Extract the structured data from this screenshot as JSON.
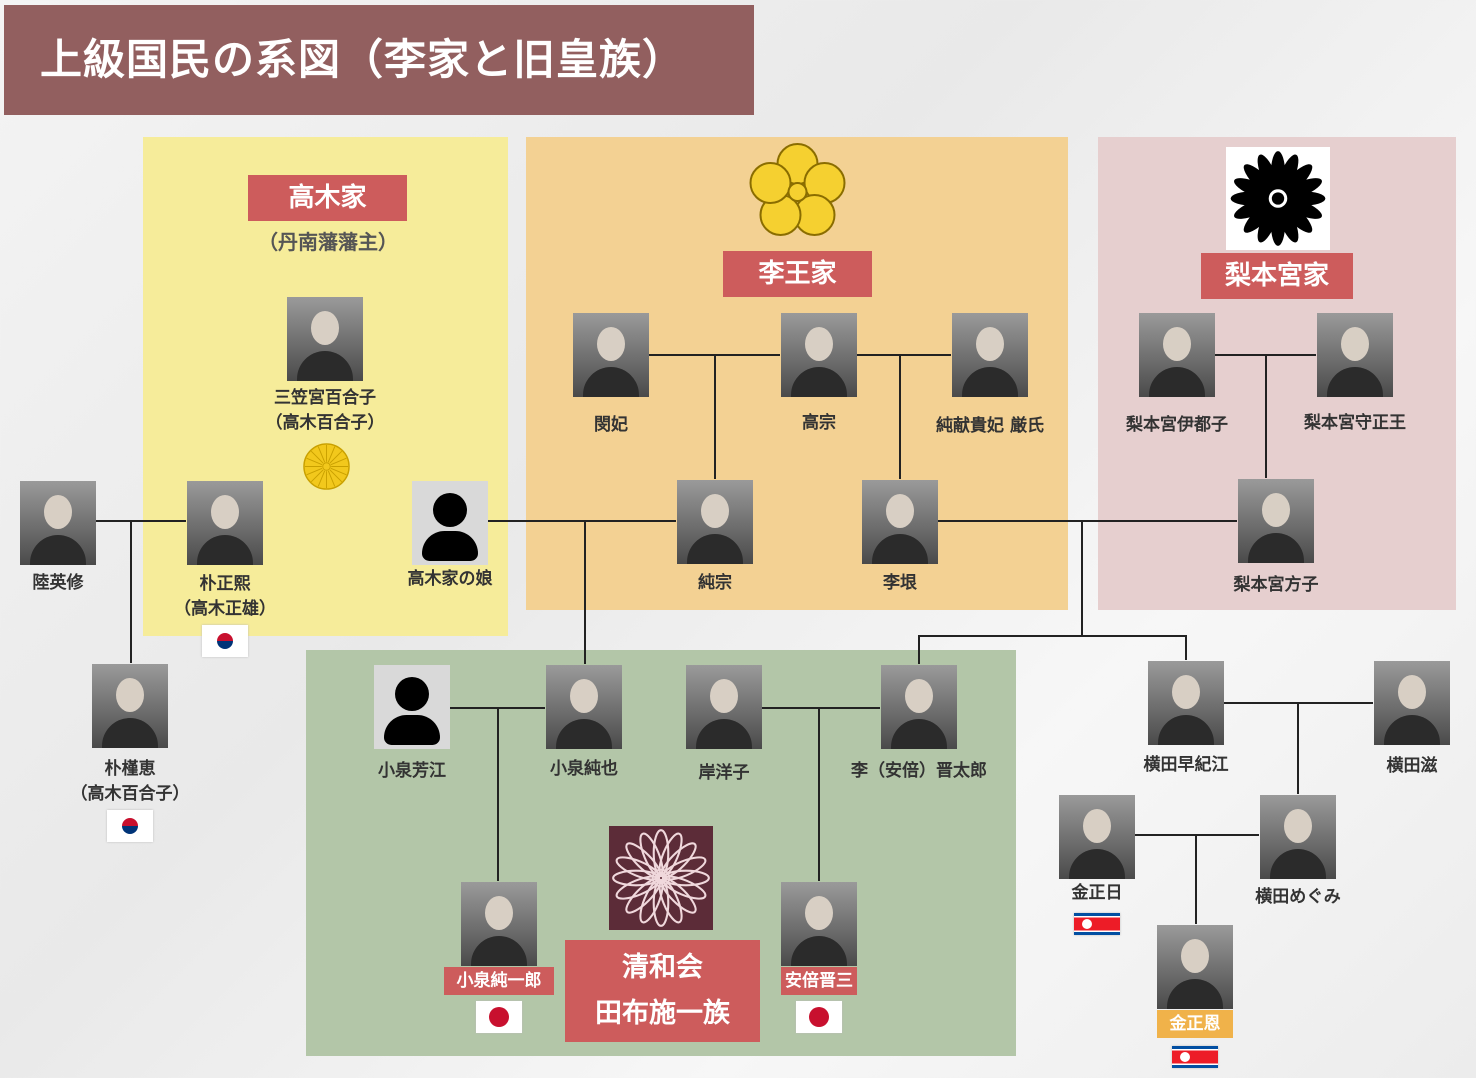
{
  "title": "上級国民の系図（李家と旧皇族）",
  "families": {
    "takagi": {
      "label": "高木家",
      "sub": "（丹南藩藩主）"
    },
    "ri": {
      "label": "李王家"
    },
    "nashimoto": {
      "label": "梨本宮家"
    },
    "seiwakai": {
      "line1": "清和会",
      "line2": "田布施一族"
    }
  },
  "persons": [
    {
      "id": "mikasa",
      "name": "三笠宮百合子",
      "alt": "（高木百合子）"
    },
    {
      "id": "riku",
      "name": "陸英修"
    },
    {
      "id": "park",
      "name": "朴正熙",
      "alt": "（高木正雄）",
      "flag": "kr"
    },
    {
      "id": "takagi-daughter",
      "name": "高木家の娘",
      "silhouette": true
    },
    {
      "id": "binhi",
      "name": "閔妃"
    },
    {
      "id": "kojo",
      "name": "高宗"
    },
    {
      "id": "junken",
      "name": "純献貴妃 厳氏"
    },
    {
      "id": "junso",
      "name": "純宗"
    },
    {
      "id": "rigin",
      "name": "李垠"
    },
    {
      "id": "itsuko",
      "name": "梨本宮伊都子"
    },
    {
      "id": "morimasa",
      "name": "梨本宮守正王"
    },
    {
      "id": "masako",
      "name": "梨本宮方子"
    },
    {
      "id": "park-gh",
      "name": "朴槿恵",
      "alt": "（高木百合子）",
      "flag": "kr"
    },
    {
      "id": "yoshie",
      "name": "小泉芳江",
      "silhouette": true
    },
    {
      "id": "junya",
      "name": "小泉純也"
    },
    {
      "id": "yoko",
      "name": "岸洋子"
    },
    {
      "id": "shintaro",
      "name": "李（安倍）晋太郎"
    },
    {
      "id": "sakie",
      "name": "横田早紀江"
    },
    {
      "id": "shigeru",
      "name": "横田滋"
    },
    {
      "id": "kji",
      "name": "金正日",
      "flag": "kp"
    },
    {
      "id": "megumi",
      "name": "横田めぐみ"
    },
    {
      "id": "kju",
      "name": "金正恩",
      "flag": "kp",
      "boxcolor": "#f0b24a"
    },
    {
      "id": "koizumi",
      "name": "小泉純一郎",
      "flag": "jp",
      "boxcolor": "#cd5c5c"
    },
    {
      "id": "abe",
      "name": "安倍晋三",
      "flag": "jp",
      "boxcolor": "#cd5c5c"
    }
  ],
  "colors": {
    "title": "#925f5f",
    "takagi": "#f6ec9a",
    "ri": "#f3d193",
    "nashimoto": "#e6cfcf",
    "seiwakai": "#b3c6a8",
    "tag": "#cd5c5c",
    "crest": "#5c2c38"
  }
}
